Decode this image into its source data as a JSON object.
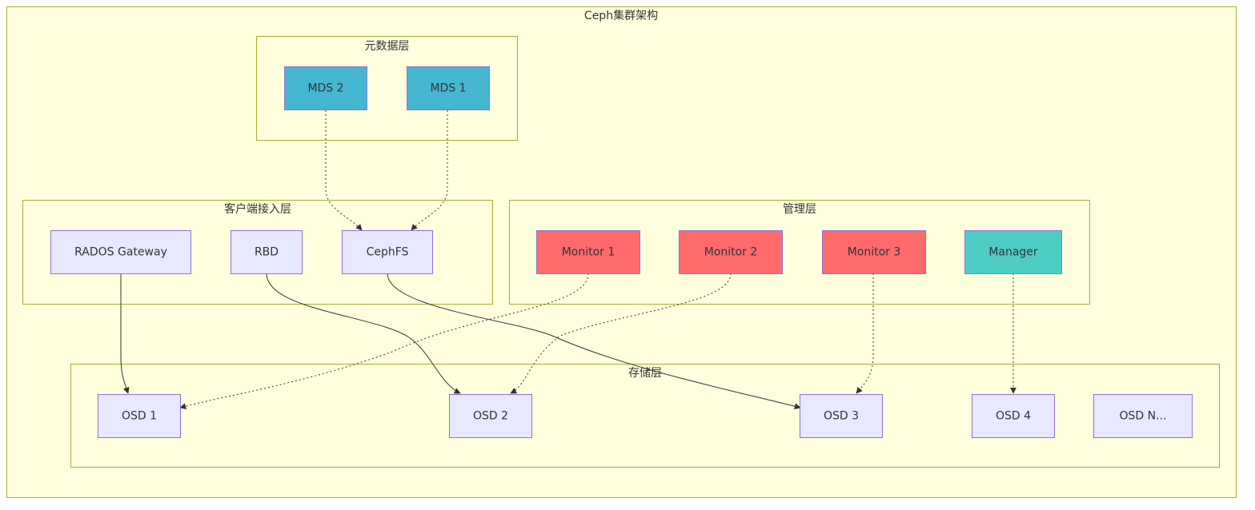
{
  "colors": {
    "cluster_fill": "#ffffde",
    "cluster_border": "#aaaa33",
    "node_default": "#e8e8ff",
    "mds": "#45b7d1",
    "monitor": "#ff6b6b",
    "manager": "#4ecdc4",
    "edge": "#333333"
  },
  "clusters": {
    "root": {
      "label": "Ceph集群架构"
    },
    "metadata": {
      "label": "元数据层"
    },
    "client": {
      "label": "客户端接入层"
    },
    "management": {
      "label": "管理层"
    },
    "storage": {
      "label": "存储层"
    }
  },
  "nodes": {
    "mds2": {
      "label": "MDS 2",
      "style": "mds"
    },
    "mds1": {
      "label": "MDS 1",
      "style": "mds"
    },
    "rgw": {
      "label": "RADOS Gateway",
      "style": "default"
    },
    "rbd": {
      "label": "RBD",
      "style": "default"
    },
    "cephfs": {
      "label": "CephFS",
      "style": "default"
    },
    "mon1": {
      "label": "Monitor 1",
      "style": "monitor"
    },
    "mon2": {
      "label": "Monitor 2",
      "style": "monitor"
    },
    "mon3": {
      "label": "Monitor 3",
      "style": "monitor"
    },
    "mgr": {
      "label": "Manager",
      "style": "manager"
    },
    "osd1": {
      "label": "OSD 1",
      "style": "default"
    },
    "osd2": {
      "label": "OSD 2",
      "style": "default"
    },
    "osd3": {
      "label": "OSD 3",
      "style": "default"
    },
    "osd4": {
      "label": "OSD 4",
      "style": "default"
    },
    "osdn": {
      "label": "OSD N...",
      "style": "default"
    }
  },
  "edges": [
    {
      "from": "MDS 2",
      "to": "CephFS",
      "style": "dotted"
    },
    {
      "from": "MDS 1",
      "to": "CephFS",
      "style": "dotted"
    },
    {
      "from": "RADOS Gateway",
      "to": "OSD 1",
      "style": "solid"
    },
    {
      "from": "RBD",
      "to": "OSD 2",
      "style": "solid"
    },
    {
      "from": "CephFS",
      "to": "OSD 3",
      "style": "solid"
    },
    {
      "from": "Monitor 1",
      "to": "OSD 1",
      "style": "dotted"
    },
    {
      "from": "Monitor 2",
      "to": "OSD 2",
      "style": "dotted"
    },
    {
      "from": "Monitor 3",
      "to": "OSD 3",
      "style": "dotted"
    },
    {
      "from": "Manager",
      "to": "OSD 4",
      "style": "dotted"
    }
  ]
}
